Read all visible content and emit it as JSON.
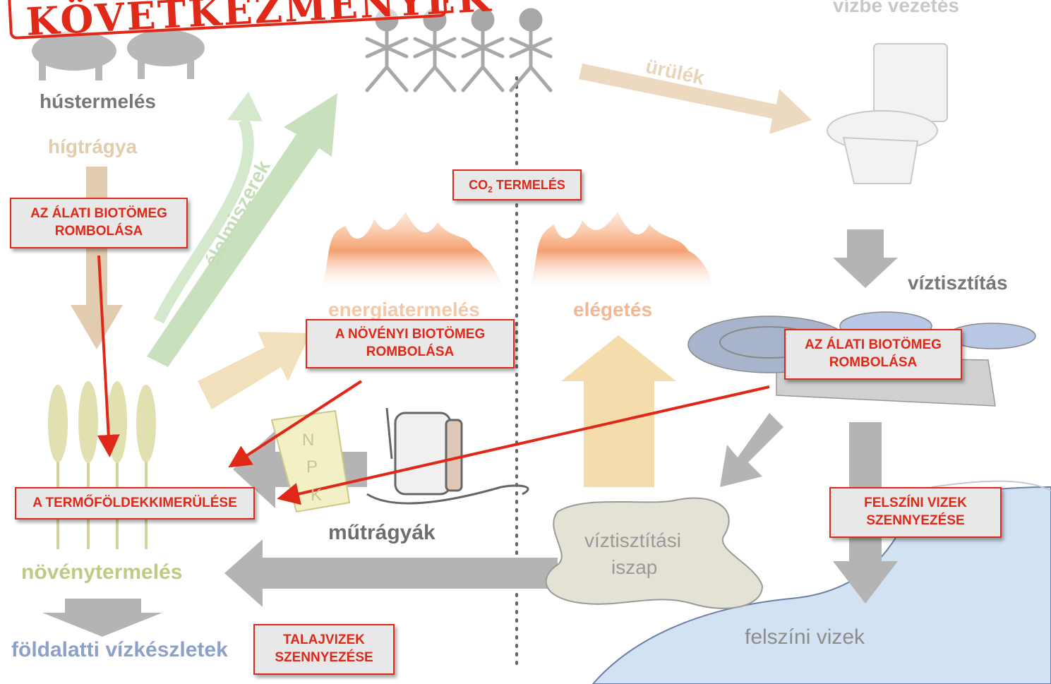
{
  "stamp": {
    "text": "KÖVETKEZMÉNYEK"
  },
  "labels": {
    "hustermeles": "hústermelés",
    "higtragya": "hígtrágya",
    "elelmiszerek": "élelmiszerek",
    "urulek": "ürülék",
    "vizbe_vezetes": "vízbe vezetés",
    "viztisztitas": "víztisztítás",
    "energiatermeles": "energiatermelés",
    "egetes": "elégetés",
    "mutragyak": "műtrágyák",
    "noveny": "növénytermelés",
    "foldalatti": "földalatti vízkészletek",
    "iszap_line1": "víztisztítási",
    "iszap_line2": "iszap",
    "felszini": "felszíni vizek",
    "npk": [
      "N",
      "P",
      "K"
    ]
  },
  "boxes": {
    "alati1_line1": "AZ ÁLATI BIOTÖMEG",
    "alati1_line2": "ROMBOLÁSA",
    "co2_prefix": "CO",
    "co2_sub": "2",
    "co2_suffix": " TERMELÉS",
    "novenyi_line1": "A NÖVÉNYI BIOTÖMEG",
    "novenyi_line2": "ROMBOLÁSA",
    "alati2_line1": "AZ ÁLATI BIOTÖMEG",
    "alati2_line2": "ROMBOLÁSA",
    "termofold": "A TERMŐFÖLDEKKIMERÜLÉSE",
    "felszini_line1": "FELSZÍNI VIZEK",
    "felszini_line2": "SZENNYEZÉSE",
    "talaj_line1": "TALAJVIZEK",
    "talaj_line2": "SZENNYEZÉSE"
  },
  "colors": {
    "red": "#e02818",
    "gray_arrow": "#b4b4b4",
    "tan_arrow": "#e8d2b4",
    "green_arrow": "#c8e0bc",
    "yellow_arrow": "#f4dcac",
    "water": "#d2e2f2",
    "text_gray": "#777777",
    "text_orange": "#f0b48c",
    "text_green": "#b8cc80",
    "text_blue": "#8ca0c8"
  }
}
